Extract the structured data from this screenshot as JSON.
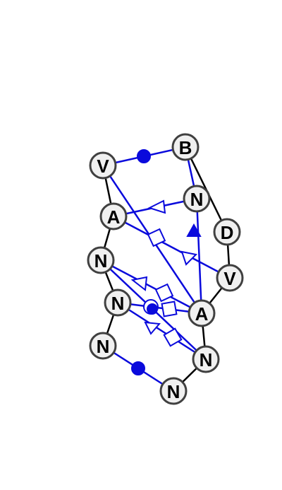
{
  "nodes": [
    {
      "id": "n1",
      "label": "V"
    },
    {
      "id": "n2",
      "label": "B"
    },
    {
      "id": "n3",
      "label": "N"
    },
    {
      "id": "n4",
      "label": "A"
    },
    {
      "id": "n5",
      "label": "D"
    },
    {
      "id": "n6",
      "label": "N"
    },
    {
      "id": "n7",
      "label": "V"
    },
    {
      "id": "n8",
      "label": "N"
    },
    {
      "id": "n9",
      "label": "A"
    },
    {
      "id": "n10",
      "label": "N"
    },
    {
      "id": "n11",
      "label": "N"
    },
    {
      "id": "n12",
      "label": "N"
    }
  ],
  "colors": {
    "backbone": "#000000",
    "pair": "#0a0adc",
    "node_fill": "#f0f0f0",
    "node_stroke": "#404040"
  }
}
